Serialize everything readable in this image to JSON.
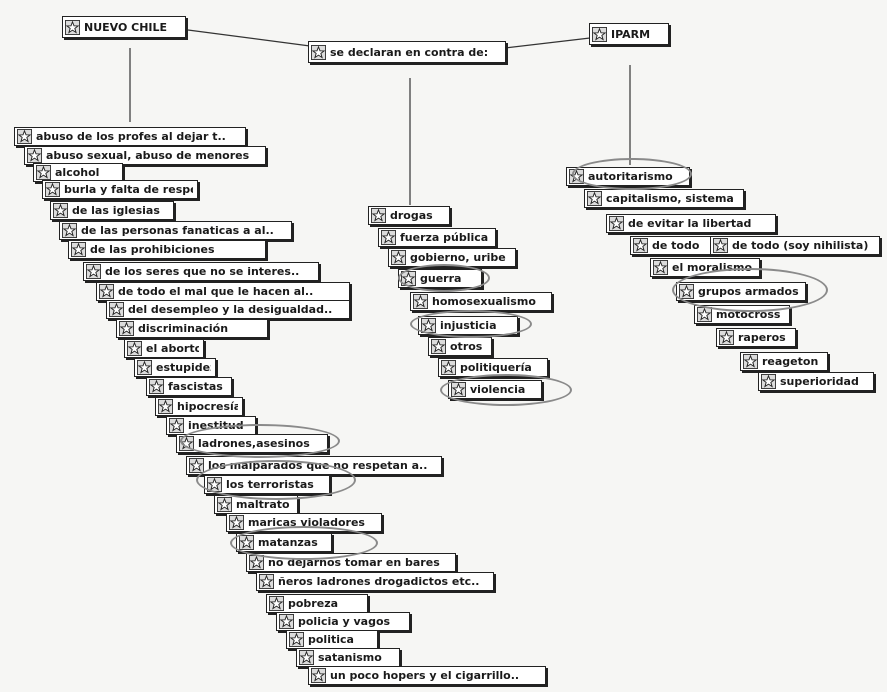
{
  "roots": {
    "nuevo_chile": "NUEVO CHILE",
    "center": "se declaran en contra de:",
    "iparm": "IPARM"
  },
  "nuevo_chile_items": [
    "abuso de los profes al dejar t..",
    "abuso sexual, abuso de menores",
    "alcohol",
    "burla y falta de respeto",
    "de las iglesias",
    "de las personas fanaticas a al..",
    "de las prohibiciones",
    "de los seres que no se interes..",
    "de todo el mal que le hacen al..",
    "del desempleo y la desigualdad..",
    "discriminación",
    "el aborto",
    "estupidez",
    "fascistas",
    "hipocresía",
    "inestitud",
    "ladrones,asesinos",
    "los malparados que no respetan a..",
    "los terroristas",
    "maltrato",
    "maricas violadores",
    "matanzas",
    "no dejarnos tomar en bares",
    "ñeros ladrones drogadictos etc..",
    "pobreza",
    "policia y vagos",
    "politica",
    "satanismo",
    "un poco hopers y el cigarrillo.."
  ],
  "center_items": [
    "drogas",
    "fuerza pública",
    "gobierno, uribe",
    "guerra",
    "homosexualismo",
    "injusticia",
    "otros",
    "politiquería",
    "violencia"
  ],
  "iparm_items": [
    "autoritarismo",
    "capitalismo, sistema",
    "de evitar la libertad",
    "de todo",
    "de todo (soy nihilista)",
    "el moralismo",
    "grupos armados",
    "motocross",
    "raperos",
    "reageton",
    "superioridad"
  ],
  "colors": {
    "background": "#f6f6f4",
    "node_fill": "#ffffff",
    "node_border": "#222222",
    "highlight": "#8a8a8a"
  },
  "icon": "star-bullet-icon"
}
